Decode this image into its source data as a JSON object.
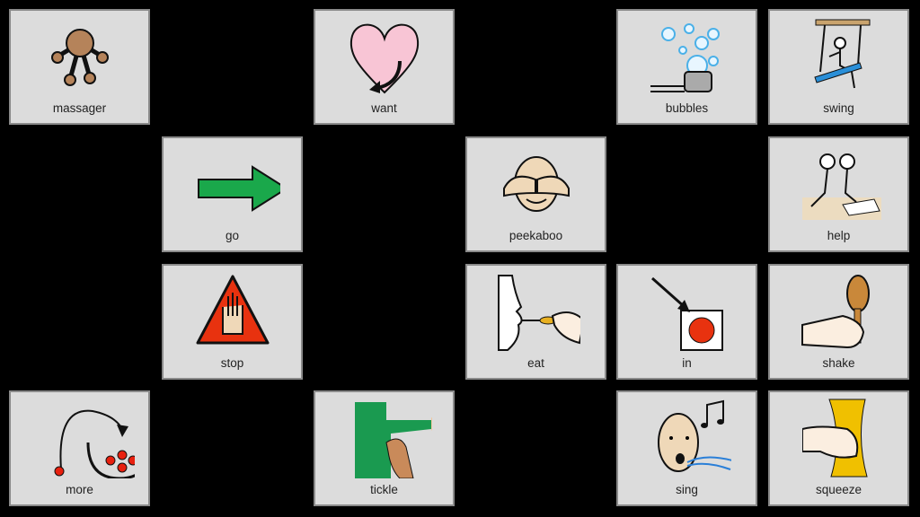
{
  "tiles": {
    "massager": "massager",
    "want": "want",
    "bubbles": "bubbles",
    "swing": "swing",
    "go": "go",
    "peekaboo": "peekaboo",
    "help": "help",
    "stop": "stop",
    "eat": "eat",
    "in": "in",
    "shake": "shake",
    "more": "more",
    "tickle": "tickle",
    "sing": "sing",
    "squeeze": "squeeze"
  },
  "colors": {
    "tile_bg": "#dcdcdc",
    "tile_border": "#8a8a8a",
    "background": "#000000"
  }
}
